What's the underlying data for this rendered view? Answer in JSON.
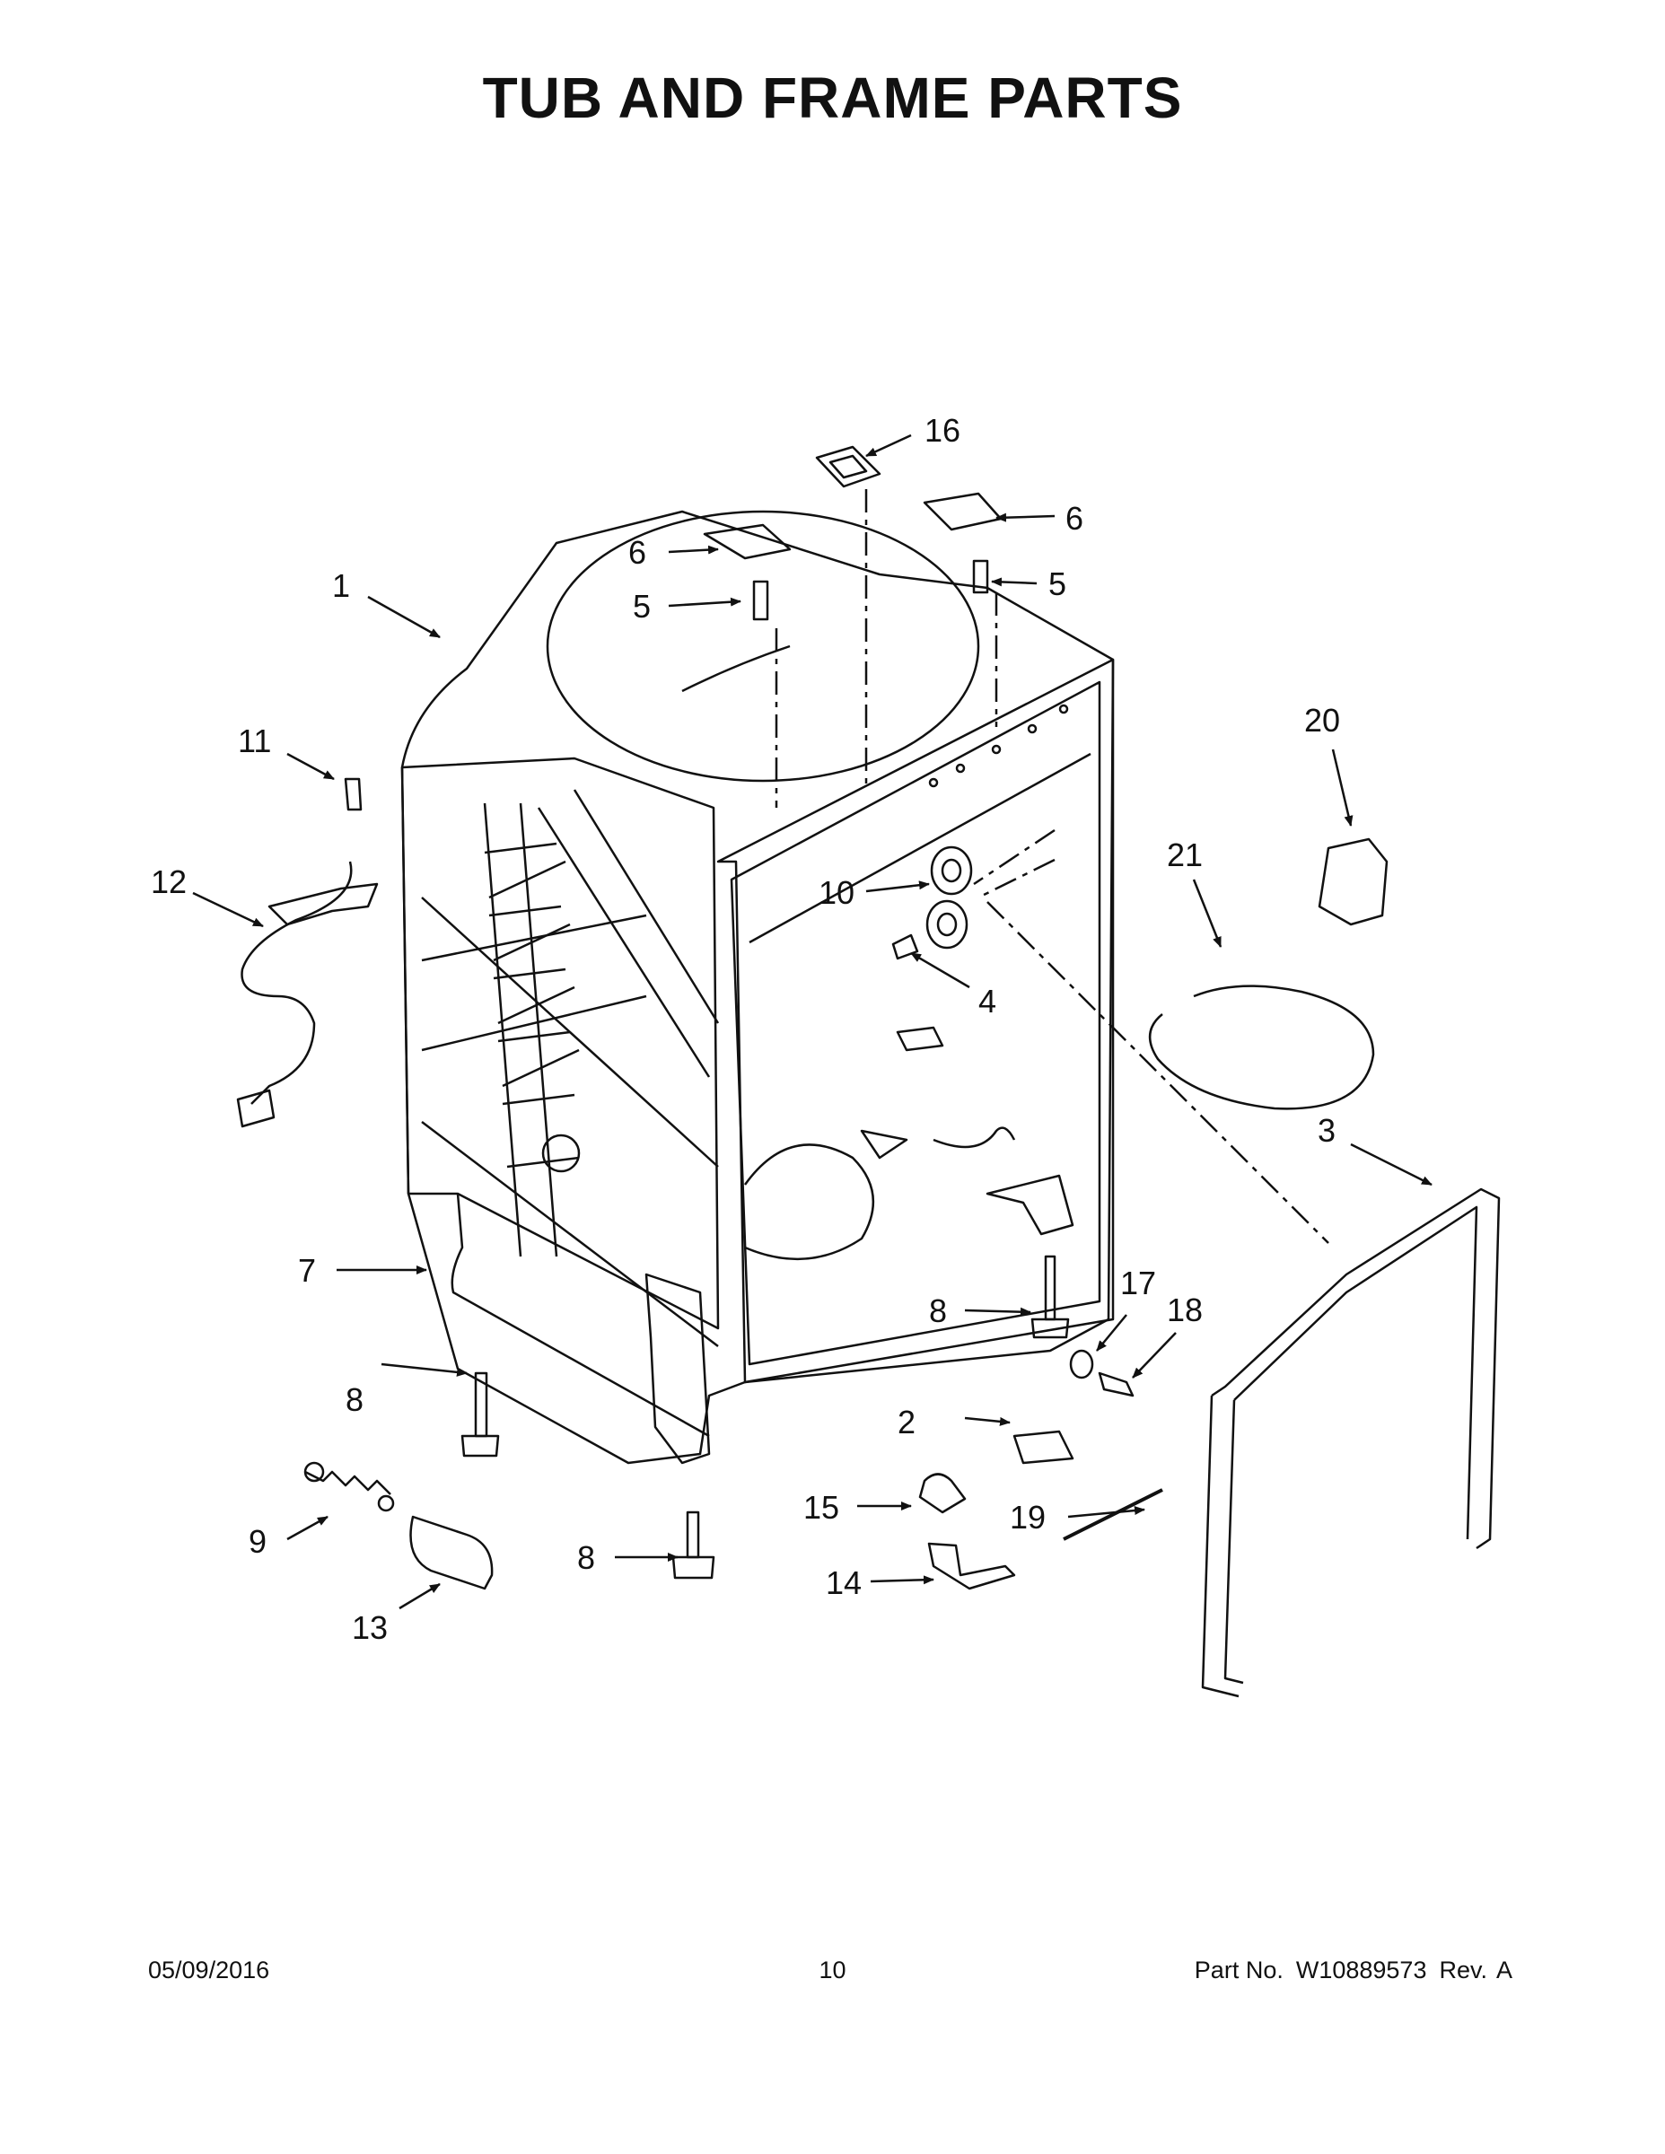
{
  "title": "TUB AND FRAME PARTS",
  "callouts": [
    "1",
    "2",
    "3",
    "4",
    "5",
    "5",
    "6",
    "6",
    "7",
    "8",
    "8",
    "8",
    "9",
    "10",
    "11",
    "12",
    "13",
    "14",
    "15",
    "16",
    "17",
    "18",
    "19",
    "20",
    "21"
  ],
  "footer": {
    "date": "05/09/2016",
    "page": "10",
    "part_label": "Part No.",
    "part_number": "W10889573",
    "rev_label": "Rev.",
    "rev": "A"
  }
}
